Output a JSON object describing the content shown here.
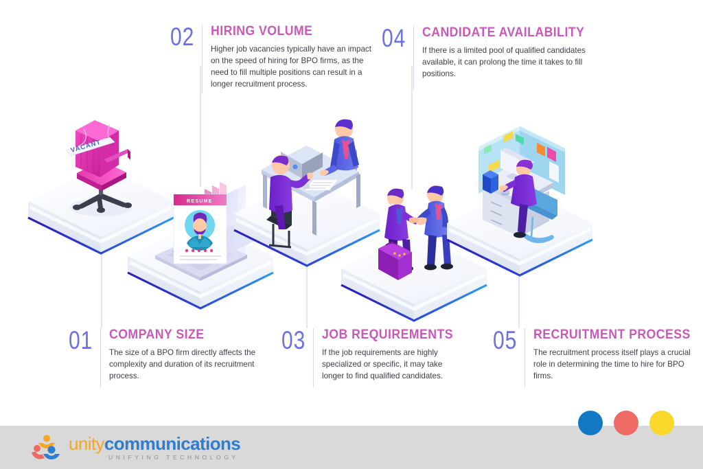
{
  "meta": {
    "background": "#ffffff",
    "accent_pink": "#C859B8",
    "accent_number": "#6C71E0",
    "connector": "#d5d6ef",
    "footer_bg": "#d9d9d9"
  },
  "steps": [
    {
      "number": "01",
      "title": "COMPANY SIZE",
      "body": "The size of a BPO firm directly affects the complexity and duration of its recruitment process.",
      "scene": "vacant-office-chair"
    },
    {
      "number": "02",
      "title": "HIRING VOLUME",
      "body": "Higher job vacancies typically have an impact on the speed of hiring for BPO firms, as the need to fill multiple positions can result in a longer recruitment process.",
      "scene": "laptop-resumes"
    },
    {
      "number": "03",
      "title": "JOB REQUIREMENTS",
      "body": "If the job requirements are highly specialized or specific, it may take longer to find qualified candidates.",
      "scene": "job-interview-desk"
    },
    {
      "number": "04",
      "title": "CANDIDATE AVAILABILITY",
      "body": "If there is a limited pool of qualified candidates available, it can prolong the time it takes to fill positions.",
      "scene": "handshake-briefcase"
    },
    {
      "number": "05",
      "title": "RECRUITMENT PROCESS",
      "body": "The recruitment process itself plays a crucial role in determining the time to hire for BPO firms.",
      "scene": "cubicle-workstation"
    }
  ],
  "illustration_labels": {
    "chair_sign": "VACANT",
    "resume_card": "RESUME"
  },
  "footer": {
    "logo_word_1": "unity",
    "logo_word_2": "communications",
    "tagline": "UNIFYING TECHNOLOGY",
    "dots": [
      {
        "name": "dot-blue",
        "color": "#1178C4"
      },
      {
        "name": "dot-coral",
        "color": "#EE6B63"
      },
      {
        "name": "dot-yellow",
        "color": "#FAD72B"
      }
    ]
  }
}
